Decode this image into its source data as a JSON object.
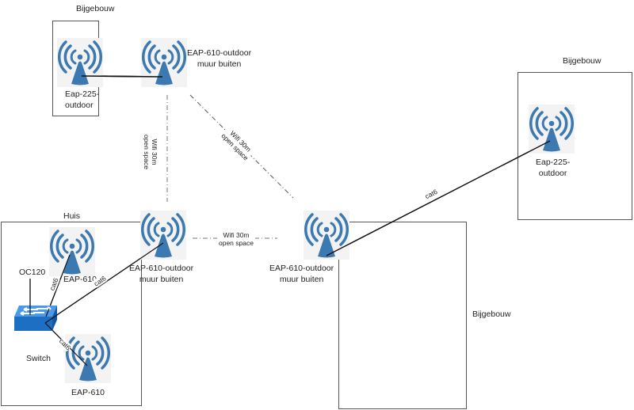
{
  "diagram": {
    "icon_color": "#3b79b0",
    "switch_color": "#2f78c8",
    "buildings": [
      {
        "id": "bijgebouw-top-left",
        "label": "Bijgebouw"
      },
      {
        "id": "bijgebouw-right",
        "label": "Bijgebouw"
      },
      {
        "id": "huis",
        "label": "Huis"
      },
      {
        "id": "bijgebouw-bottom-center",
        "label": "Bijgebouw"
      }
    ],
    "devices": [
      {
        "id": "eap225-top-left",
        "type": "access-point",
        "label_line1": "Eap-225-",
        "label_line2": "outdoor"
      },
      {
        "id": "eap610-outdoor-top",
        "type": "access-point",
        "label_line1": "EAP-610-outdoor",
        "label_line2": "muur buiten"
      },
      {
        "id": "eap225-right",
        "type": "access-point",
        "label_line1": "Eap-225-",
        "label_line2": "outdoor"
      },
      {
        "id": "eap610-huis-top",
        "type": "access-point",
        "label": "EAP-610"
      },
      {
        "id": "eap610-outdoor-huis",
        "type": "access-point",
        "label_line1": "EAP-610-outdoor",
        "label_line2": "muur buiten"
      },
      {
        "id": "eap610-outdoor-center",
        "type": "access-point",
        "label_line1": "EAP-610-outdoor",
        "label_line2": "muur buiten"
      },
      {
        "id": "eap610-huis-bottom",
        "type": "access-point",
        "label": "EAP-610"
      },
      {
        "id": "switch",
        "type": "switch",
        "label": "Switch"
      },
      {
        "id": "oc120",
        "type": "controller",
        "label": "OC120"
      }
    ],
    "links": [
      {
        "from": "eap225-top-left",
        "to": "eap610-outdoor-top",
        "type": "cable",
        "label": ""
      },
      {
        "from": "eap610-outdoor-top",
        "to": "eap610-outdoor-huis",
        "type": "wifi",
        "label_line1": "Wifi 30m",
        "label_line2": "open space"
      },
      {
        "from": "eap610-outdoor-top",
        "to": "eap610-outdoor-center",
        "type": "wifi",
        "label_line1": "Wifi 30m",
        "label_line2": "open space"
      },
      {
        "from": "eap610-outdoor-huis",
        "to": "eap610-outdoor-center",
        "type": "wifi",
        "label_line1": "Wifi 30m",
        "label_line2": "open space"
      },
      {
        "from": "eap610-outdoor-center",
        "to": "eap225-right",
        "type": "cable",
        "label": "cat6"
      },
      {
        "from": "switch",
        "to": "eap610-huis-top",
        "type": "cable",
        "label": "cat6"
      },
      {
        "from": "switch",
        "to": "eap610-outdoor-huis",
        "type": "cable",
        "label": "cat6"
      },
      {
        "from": "switch",
        "to": "eap610-huis-bottom",
        "type": "cable",
        "label": "cat6"
      },
      {
        "from": "oc120",
        "to": "switch",
        "type": "cable",
        "label": ""
      }
    ]
  }
}
